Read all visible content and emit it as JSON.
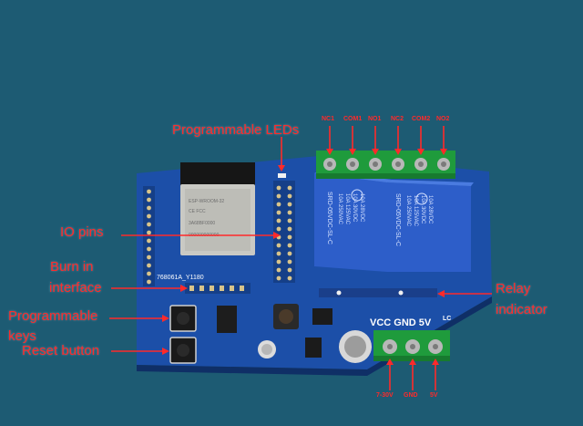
{
  "labels": {
    "programmable_leds": "Programmable LEDs",
    "io_pins": "IO pins",
    "burn_in_line1": "Burn in",
    "burn_in_line2": "interface",
    "prog_keys_line1": "Programmable",
    "prog_keys_line2": "keys",
    "reset_button": "Reset button",
    "relay_line1": "Relay",
    "relay_line2": "indicator"
  },
  "relay_terminal_labels": [
    "NC1",
    "COM1",
    "NO1",
    "NC2",
    "COM2",
    "NO2"
  ],
  "power_terminal_labels": [
    "7-30V",
    "GND",
    "5V"
  ],
  "board_silkscreen": {
    "power_header": "VCC GND 5V",
    "board_id": "768061A_Y1180",
    "corner_mark": "LC"
  },
  "relay_text": {
    "model": "SRD-05VDC-SL-C",
    "rating_lines": [
      "10A 250VAC",
      "10A 125VAC",
      "10A 30VDC",
      "10A 28VDC"
    ]
  },
  "colors": {
    "background": "#1d5b73",
    "pcb": "#1c4fa8",
    "relay": "#2d5ec9",
    "terminal": "#1f9b3c",
    "annotation": "#ff2a2a"
  }
}
